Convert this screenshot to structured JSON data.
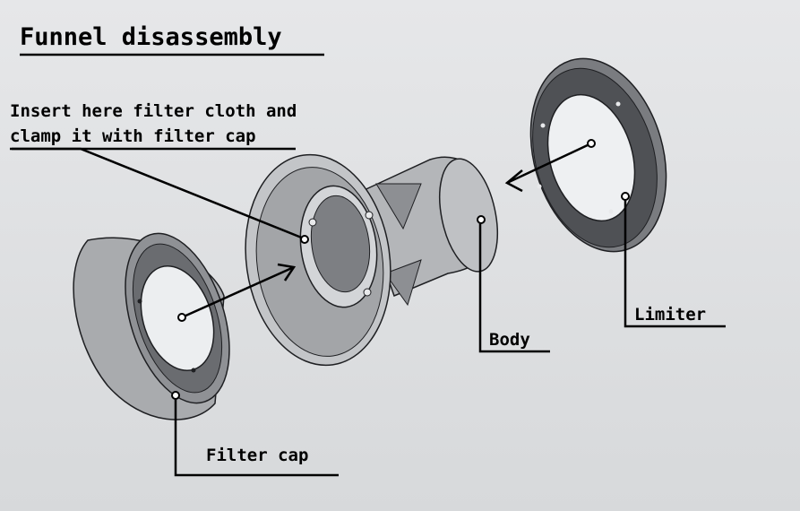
{
  "title": "Funnel disassembly",
  "note": {
    "line1": "Insert here filter cloth and",
    "line2": "clamp it with filter cap"
  },
  "labels": {
    "limiter": "Limiter",
    "body": "Body",
    "filter_cap": "Filter cap"
  },
  "colors": {
    "background": "#e0e1e3",
    "part_fill": "#b9bbbe",
    "part_dark": "#5e6064",
    "outline": "#1e1f22"
  }
}
